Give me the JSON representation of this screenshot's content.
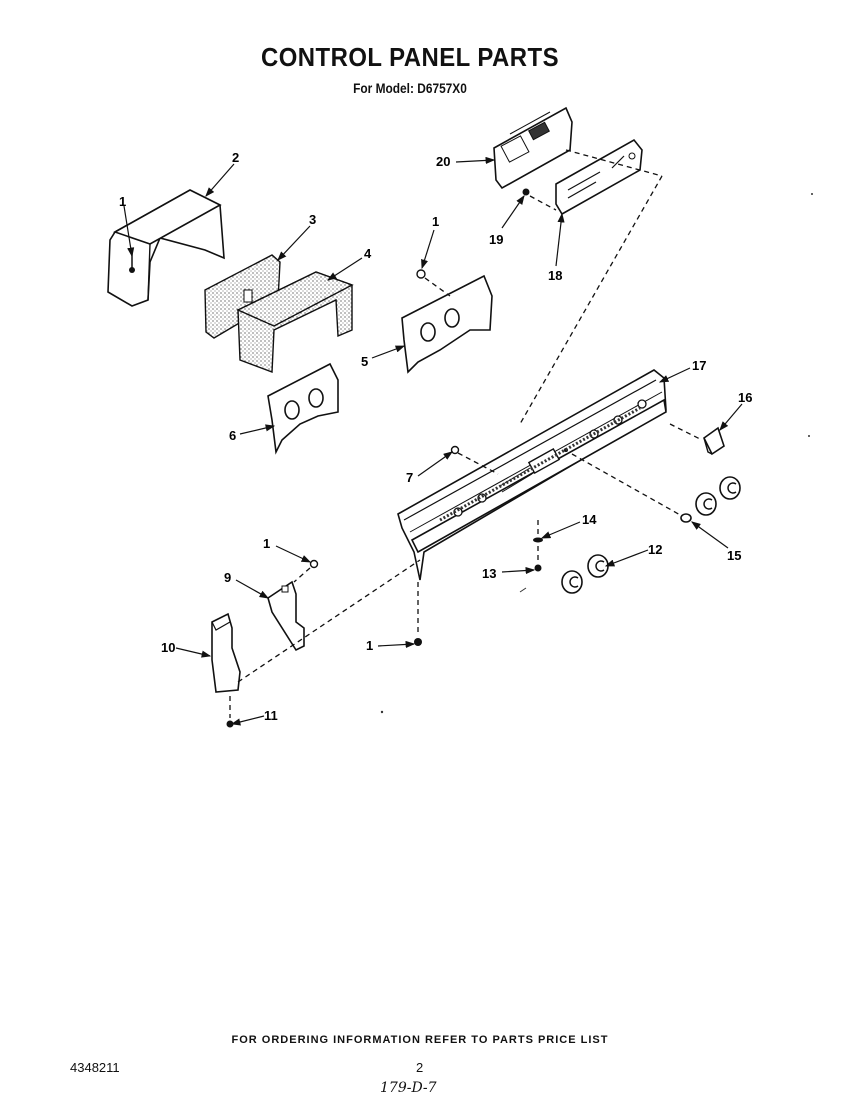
{
  "title": "CONTROL PANEL PARTS",
  "subtitle": "For Model: D6757X0",
  "footer": "FOR ORDERING INFORMATION REFER TO PARTS PRICE LIST",
  "doc_number": "4348211",
  "page_number": "2",
  "handwritten_note": "179-D-7",
  "callouts": {
    "c1a": "1",
    "c2": "2",
    "c3": "3",
    "c4": "4",
    "c1b": "1",
    "c5": "5",
    "c6": "6",
    "c20": "20",
    "c19": "19",
    "c18": "18",
    "c17": "17",
    "c16": "16",
    "c7": "7",
    "c14": "14",
    "c15": "15",
    "c12": "12",
    "c13": "13",
    "c1c": "1",
    "c9": "9",
    "c10": "10",
    "c1d": "1",
    "c11": "11"
  }
}
